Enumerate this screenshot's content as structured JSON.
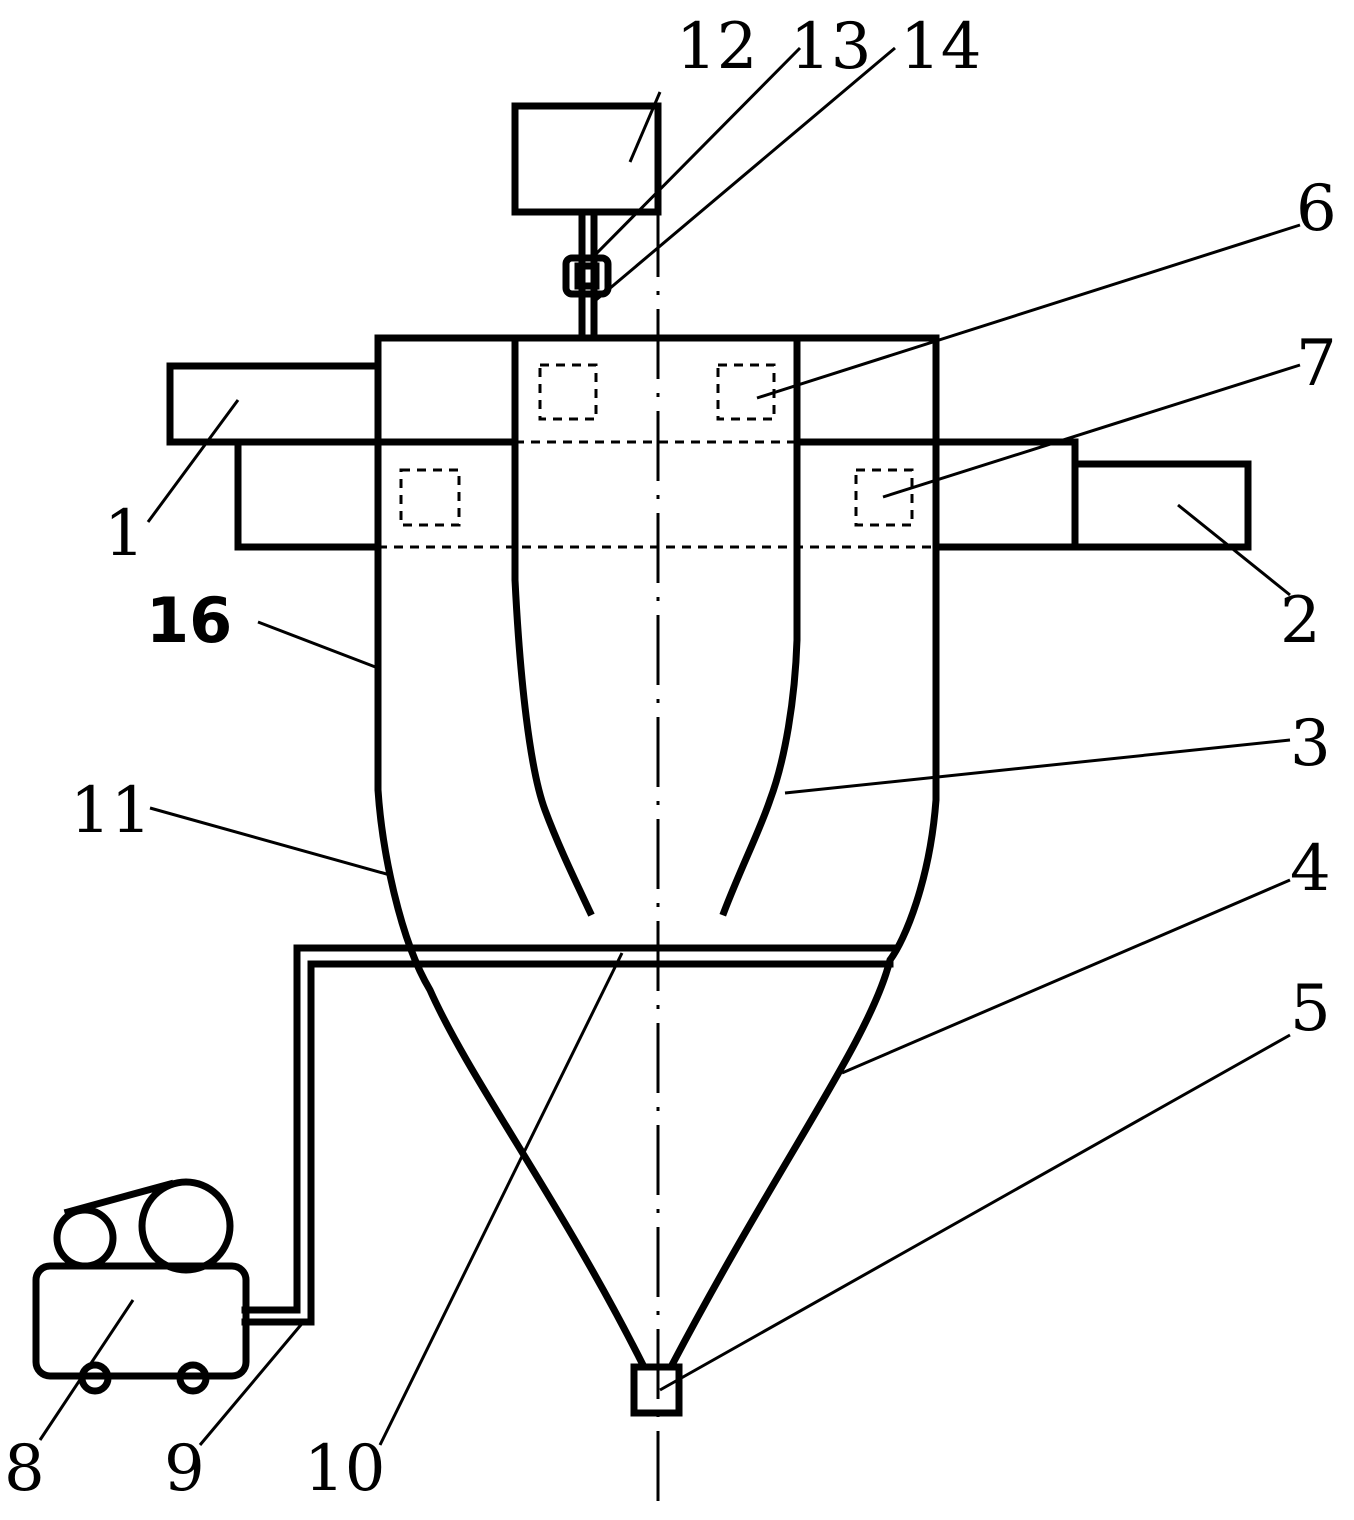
{
  "labels": {
    "l1": "1",
    "l2": "2",
    "l3": "3",
    "l4": "4",
    "l5": "5",
    "l6": "6",
    "l7": "7",
    "l8": "8",
    "l9": "9",
    "l10": "10",
    "l11": "11",
    "l12": "12",
    "l13": "13",
    "l14": "14",
    "l16": "16"
  }
}
